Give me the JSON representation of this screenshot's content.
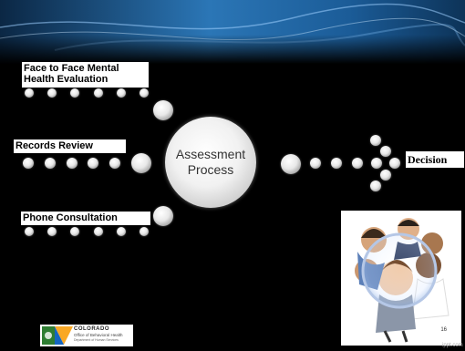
{
  "slide": {
    "labels": {
      "face_to_face": "Face to Face Mental Health Evaluation",
      "records_review": "Records Review",
      "phone_consultation": "Phone Consultation",
      "decision": "Decision"
    },
    "center": {
      "line1": "Assessment",
      "line2": "Process"
    },
    "page_number": "16",
    "credit": "ippt.com",
    "logo": {
      "name": "COLORADO",
      "subtitle": "Office of Behavioral Health",
      "department": "Department of Human Services"
    }
  },
  "colors": {
    "background": "#000000",
    "banner_blue": "#1f6aa8",
    "label_bg": "#ffffff"
  }
}
